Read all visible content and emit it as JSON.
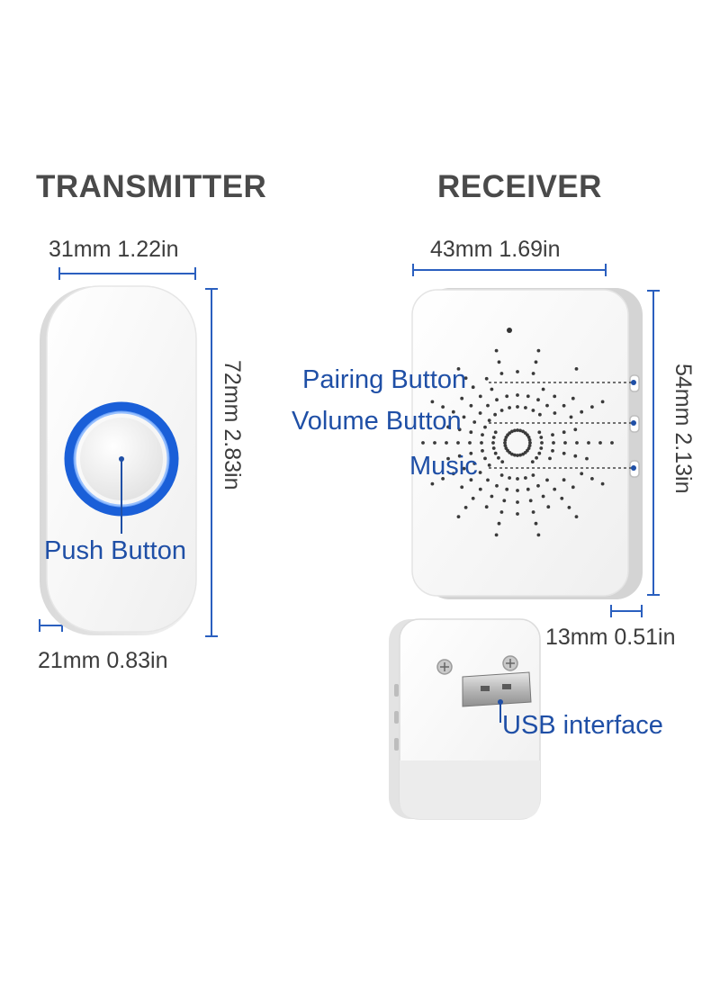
{
  "transmitter": {
    "heading": "TRANSMITTER",
    "width_label": "31mm  1.22in",
    "height_label": "72mm  2.83in",
    "depth_label": "21mm  0.83in",
    "push_button_label": "Push Button"
  },
  "receiver": {
    "heading": "RECEIVER",
    "width_label": "43mm  1.69in",
    "height_label": "54mm  2.13in",
    "depth_label": "13mm  0.51in",
    "pairing_label": "Pairing Button",
    "volume_label": "Volume Button",
    "music_label": "Music",
    "usb_label": "USB interface"
  },
  "colors": {
    "accent": "#1f4fa6",
    "ring": "#2a6fe0",
    "device_white": "#f7f7f7",
    "device_edge": "#cfcfcf"
  }
}
